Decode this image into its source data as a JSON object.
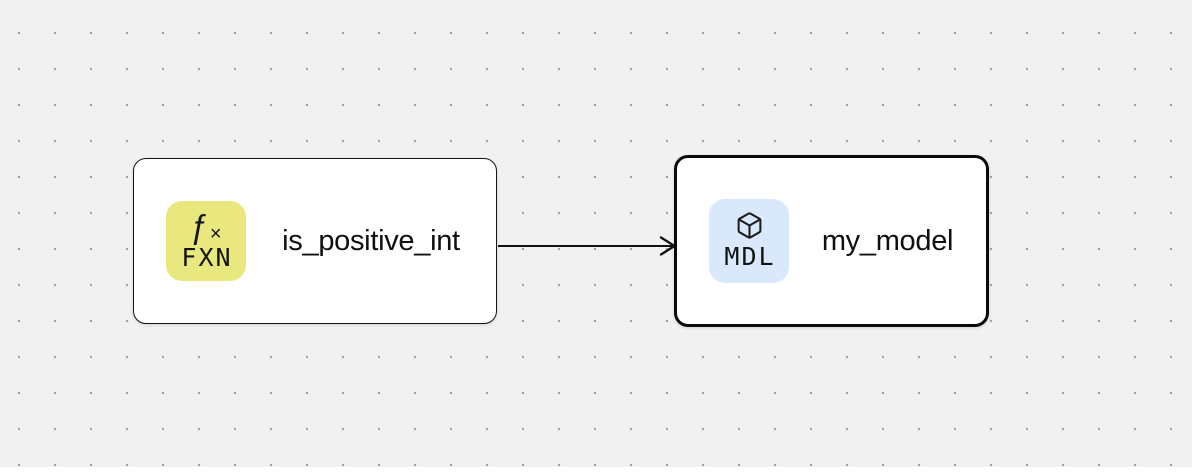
{
  "canvas": {
    "background": "#f1f1f1",
    "dot_color": "#a4a4a4"
  },
  "nodes": [
    {
      "label": "is_positive_int",
      "selected": false,
      "badge": {
        "glyph_f": "ƒ",
        "glyph_x": "×",
        "tag": "FXN",
        "color": "#e9e87f",
        "icon": "function-icon"
      }
    },
    {
      "label": "my_model",
      "selected": true,
      "badge": {
        "tag": "MDL",
        "color": "#d9e8fb",
        "icon": "cube-icon"
      }
    }
  ],
  "edge": {
    "from": "is_positive_int",
    "to": "my_model",
    "color": "#111111"
  }
}
